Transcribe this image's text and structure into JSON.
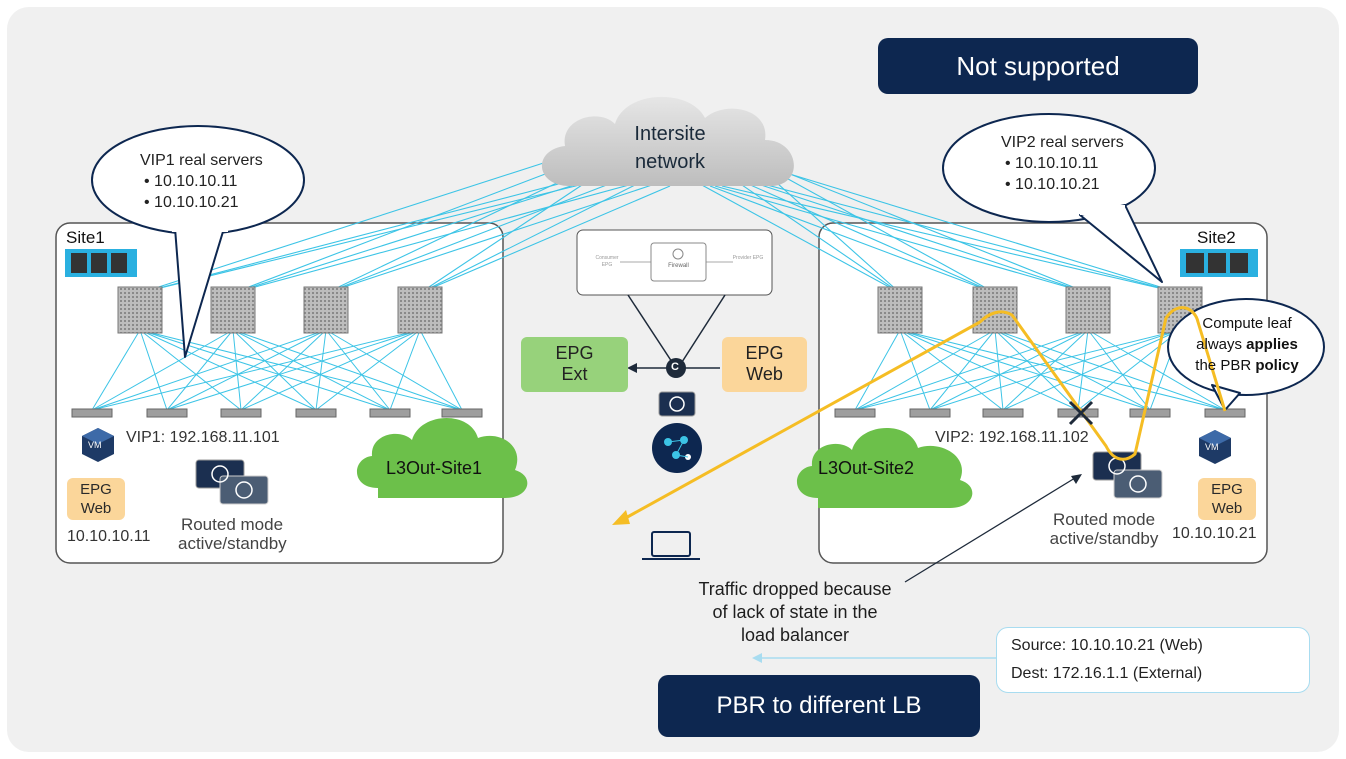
{
  "banner_top": "Not supported",
  "banner_bottom": "PBR to different LB",
  "intersite": {
    "line1": "Intersite",
    "line2": "network"
  },
  "site1": {
    "label": "Site1",
    "bubble_title": "VIP1 real servers",
    "bubble_items": [
      "• 10.10.10.11",
      "• 10.10.10.21"
    ],
    "vip": "VIP1: 192.168.11.101",
    "epg": {
      "line1": "EPG",
      "line2": "Web"
    },
    "ip": "10.10.10.11",
    "l3out": "L3Out-Site1",
    "lb_mode": {
      "line1": "Routed mode",
      "line2": "active/standby"
    }
  },
  "site2": {
    "label": "Site2",
    "bubble_title": "VIP2 real servers",
    "bubble_items": [
      "• 10.10.10.11",
      "• 10.10.10.21"
    ],
    "vip": "VIP2: 192.168.11.102",
    "epg": {
      "line1": "EPG",
      "line2": "Web"
    },
    "ip": "10.10.10.21",
    "l3out": "L3Out-Site2",
    "lb_mode": {
      "line1": "Routed mode",
      "line2": "active/standby"
    },
    "compute_bubble": {
      "line1": "Compute leaf",
      "line2_a": "always ",
      "line2_b": "applies",
      "line3_a": "the PBR ",
      "line3_b": "policy"
    }
  },
  "contract": {
    "consumer": "Consumer EPG",
    "firewall": "Firewall",
    "provider": "Provider EPG",
    "epg_ext": {
      "line1": "EPG",
      "line2": "Ext"
    },
    "epg_web": {
      "line1": "EPG",
      "line2": "Web"
    },
    "c_label": "C"
  },
  "drop_note": {
    "line1": "Traffic dropped because",
    "line2": "of lack of state in the",
    "line3": "load balancer"
  },
  "flow_box": {
    "source": "Source: 10.10.10.21 (Web)",
    "dest": "Dest: 172.16.1.1 (External)"
  },
  "vm_label": "VM",
  "colors": {
    "navy": "#0d2750",
    "link": "#3cc4e6",
    "traffic": "#f5bd24",
    "cloud_green": "#6cc04a",
    "epg_orange": "#fbd69a",
    "epg_green": "#97d27b",
    "panel": "#f0f0f0"
  }
}
